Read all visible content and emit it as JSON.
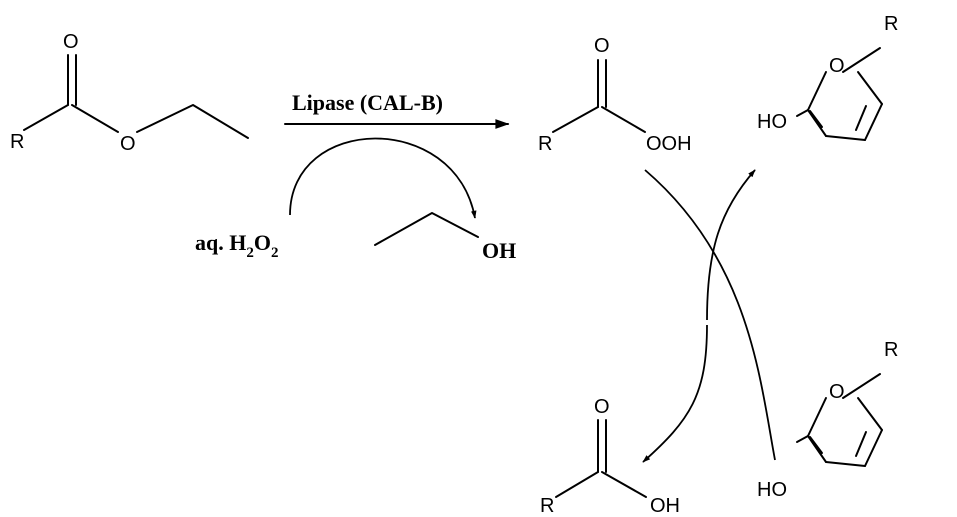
{
  "scheme": {
    "ester": {
      "r": "R",
      "carbonyl_o": "O",
      "ether_o": "O"
    },
    "reagent_label": "Lipase (CAL-B)",
    "peroxide": {
      "prefix": "aq. H",
      "sub1": "2",
      "mid": "O",
      "sub2": "2"
    },
    "ethanol": {
      "oh": "OH"
    },
    "peracid": {
      "r": "R",
      "carbonyl_o": "O",
      "ooh": "OOH"
    },
    "product": {
      "r": "R",
      "ring_o": "O",
      "ho": "HO"
    },
    "acid": {
      "r": "R",
      "carbonyl_o": "O",
      "oh": "OH"
    },
    "substrate": {
      "r": "R",
      "ring_o": "O",
      "ho": "HO"
    }
  }
}
